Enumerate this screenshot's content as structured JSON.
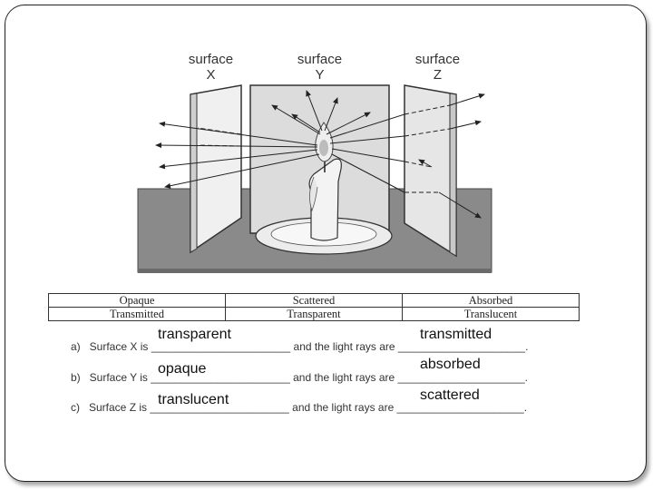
{
  "surfaces": [
    {
      "title": "surface",
      "letter": "X"
    },
    {
      "title": "surface",
      "letter": "Y"
    },
    {
      "title": "surface",
      "letter": "Z"
    }
  ],
  "word_bank": {
    "row1": [
      "Opaque",
      "Scattered",
      "Absorbed"
    ],
    "row2": [
      "Transmitted",
      "Transparent",
      "Translucent"
    ]
  },
  "questions": [
    {
      "text": "a)   Surface X is _______________________ and the light rays are _____________________.",
      "answer1": "transparent",
      "answer2": "transmitted"
    },
    {
      "text": "b)   Surface Y is _______________________ and the light rays are _____________________.",
      "answer1": "opaque",
      "answer2": "absorbed"
    },
    {
      "text": "c)   Surface Z is _______________________ and the light rays are _____________________.",
      "answer1": "translucent",
      "answer2": "scattered"
    }
  ]
}
